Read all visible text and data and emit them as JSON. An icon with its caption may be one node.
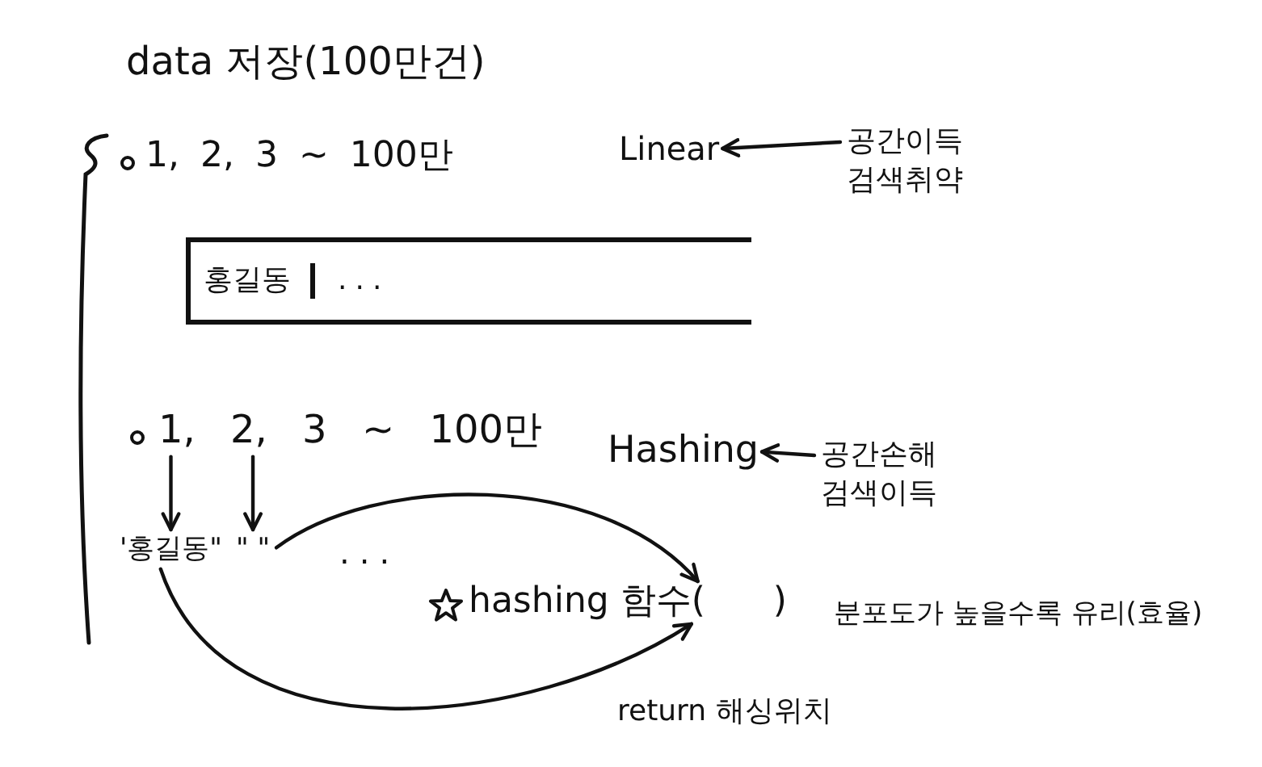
{
  "diagram": {
    "title": "data 저장(100만건)",
    "nodes": [
      {
        "text": [
          "Linear"
        ]
      },
      {
        "text": [
          "공간이득 검색취약"
        ]
      },
      {
        "text": [
          "홍길동",
          "..."
        ]
      },
      {
        "text": [
          "1, 2, 3 ~ 100만"
        ]
      },
      {
        "text": [
          "Hashing"
        ]
      },
      {
        "text": [
          "공간손해 검색이득"
        ]
      },
      {
        "text": [
          "'홍길동\""
        ]
      },
      {
        "text": [
          "\" \""
        ]
      },
      {
        "text": [
          "hashing 함수(      )"
        ]
      }
    ],
    "edges": [
      {
        "from": 1,
        "to": 0,
        "arrow": "to"
      },
      {
        "from": 5,
        "to": 4,
        "arrow": "to"
      },
      {
        "from": 3,
        "to": 6,
        "arrow": "to"
      },
      {
        "from": 3,
        "to": 7,
        "arrow": "to"
      },
      {
        "from": 7,
        "to": 8,
        "arrow": "to"
      },
      {
        "from": 6,
        "to": 8,
        "arrow": "to"
      }
    ],
    "labels": [
      "1, 2, 3 ~ 100만",
      "...",
      "분포도가 높을수록 유리(효율)",
      "return 해싱위치"
    ]
  }
}
